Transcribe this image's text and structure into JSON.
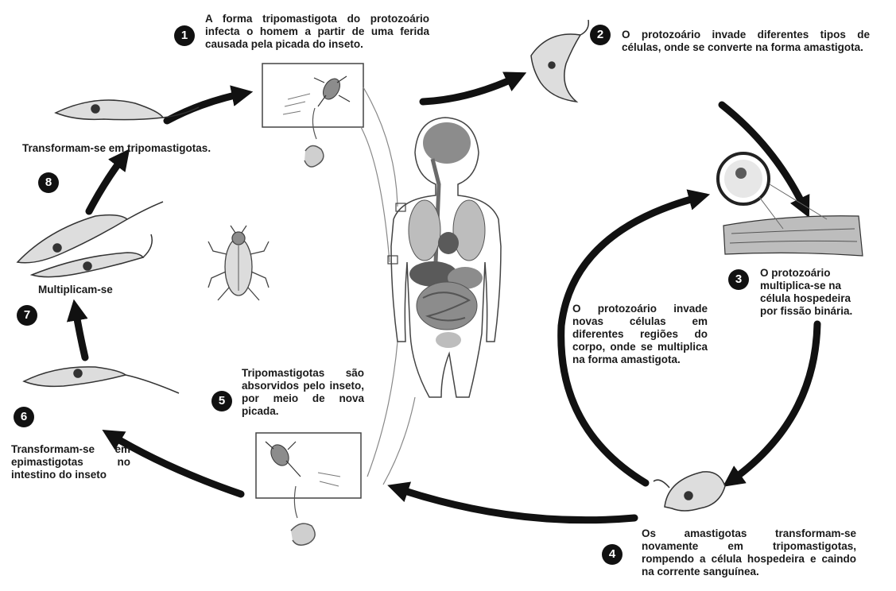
{
  "steps": [
    {
      "num": "1",
      "text": "A forma tripomastigota do protozoário infecta o homem a partir de uma ferida causada pela picada do inseto."
    },
    {
      "num": "2",
      "text": "O protozoário invade diferentes tipos de células, onde se converte na forma amastigota."
    },
    {
      "num": "3",
      "text": "O protozoário multiplica-se na célula hospedeira por fissão binária."
    },
    {
      "num": "4",
      "text": "Os amastigotas transformam-se novamente em tripomastigotas, rompendo a célula hospedeira e caindo na corrente sanguínea."
    },
    {
      "num": "5",
      "text": "Tripomastigotas são absorvidos pelo inseto, por meio de nova picada."
    },
    {
      "num": "6",
      "text": "Transformam-se em epimastigotas no intestino do inseto"
    },
    {
      "num": "7",
      "text": "Multiplicam-se"
    },
    {
      "num": "8",
      "text": "Transformam-se em tripomastigotas."
    }
  ],
  "inner_cycle_text": "O protozoário invade novas células em diferentes regiões do corpo, onde se multiplica na forma amastigota.",
  "colors": {
    "arrow": "#111111",
    "organ_dark": "#5a5a5a",
    "organ_mid": "#8c8c8c",
    "organ_light": "#bdbdbd",
    "cell_fill": "#e7e7e7"
  }
}
